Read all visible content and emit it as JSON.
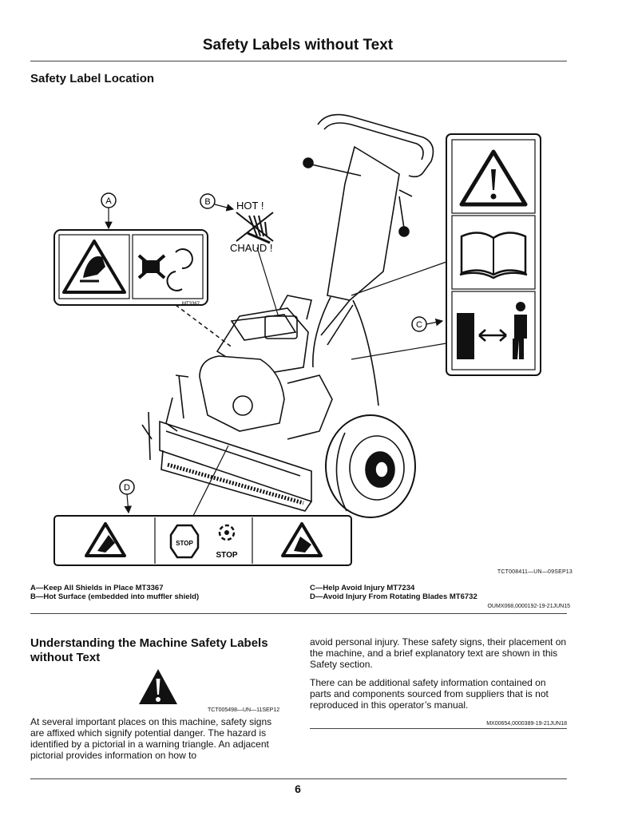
{
  "page": {
    "title": "Safety Labels without Text",
    "section_title": "Safety Label Location",
    "page_number": "6"
  },
  "figure": {
    "callouts": [
      "A",
      "B",
      "C",
      "D"
    ],
    "hot_label": "HOT !",
    "chaud_label": "CHAUD !",
    "label_a_code": "MT3367",
    "stop_label": "STOP",
    "stop_label_2": "STOP",
    "figure_code": "TCT008411—UN—09SEP13"
  },
  "legend": {
    "a": "A—Keep All Shields in Place MT3367",
    "b": "B—Hot Surface (embedded into muffler shield)",
    "c": "C—Help Avoid Injury MT7234",
    "d": "D—Avoid Injury From Rotating Blades MT6732",
    "source_code": "OUMX068,0000192-19-21JUN15"
  },
  "understanding": {
    "heading": "Understanding the Machine Safety Labels without Text",
    "icon_code": "TCT005498—UN—11SEP12",
    "para_left": "At several important places on this machine, safety signs are affixed which signify potential danger. The hazard is identified by a pictorial in a warning triangle. An adjacent pictorial provides information on how to",
    "para_right_1": "avoid personal injury. These safety signs, their placement on the machine, and a brief explanatory text are shown in this Safety section.",
    "para_right_2": "There can be additional safety information contained on parts and components sourced from suppliers that is not reproduced in this operator’s manual.",
    "source_code": "MX00654,0000389-19-21JUN18"
  },
  "icons": [
    "warning-triangle-icon",
    "manual-book-icon",
    "keep-distance-icon",
    "hand-crush-icon",
    "rotating-blade-icon",
    "hot-hand-icon"
  ]
}
